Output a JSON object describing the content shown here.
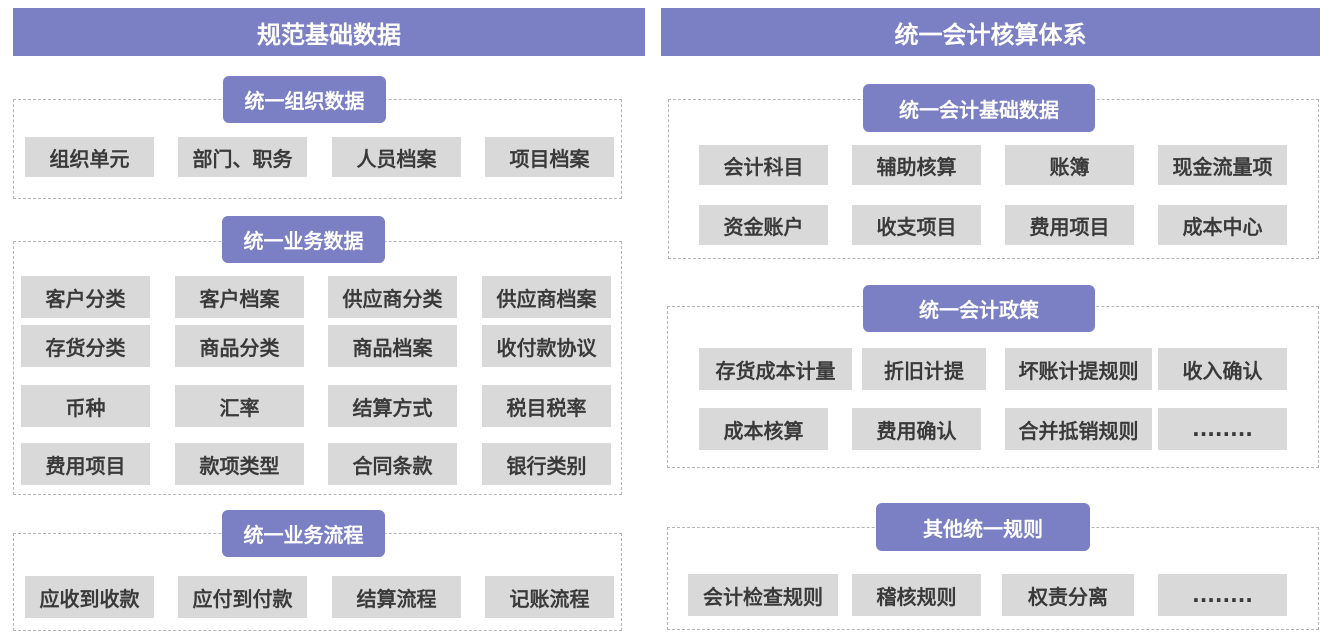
{
  "left": {
    "header": "规范基础数据",
    "org": {
      "title": "统一组织数据",
      "items": [
        "组织单元",
        "部门、职务",
        "人员档案",
        "项目档案"
      ]
    },
    "biz": {
      "title": "统一业务数据",
      "items": [
        "客户分类",
        "客户档案",
        "供应商分类",
        "供应商档案",
        "存货分类",
        "商品分类",
        "商品档案",
        "收付款协议",
        "币种",
        "汇率",
        "结算方式",
        "税目税率",
        "费用项目",
        "款项类型",
        "合同条款",
        "银行类别"
      ]
    },
    "flow": {
      "title": "统一业务流程",
      "items": [
        "应收到收款",
        "应付到付款",
        "结算流程",
        "记账流程"
      ]
    }
  },
  "right": {
    "header": "统一会计核算体系",
    "basic": {
      "title": "统一会计基础数据",
      "items": [
        "会计科目",
        "辅助核算",
        "账簿",
        "现金流量项",
        "资金账户",
        "收支项目",
        "费用项目",
        "成本中心"
      ]
    },
    "policy": {
      "title": "统一会计政策",
      "items": [
        "存货成本计量",
        "折旧计提",
        "坏账计提规则",
        "收入确认",
        "成本核算",
        "费用确认",
        "合并抵销规则",
        "........"
      ]
    },
    "rules": {
      "title": "其他统一规则",
      "items": [
        "会计检查规则",
        "稽核规则",
        "权责分离",
        "........"
      ]
    }
  },
  "colors": {
    "accent": "#7b7fc4",
    "cell": "#d9d9d9",
    "text": "#3a3a3a"
  }
}
